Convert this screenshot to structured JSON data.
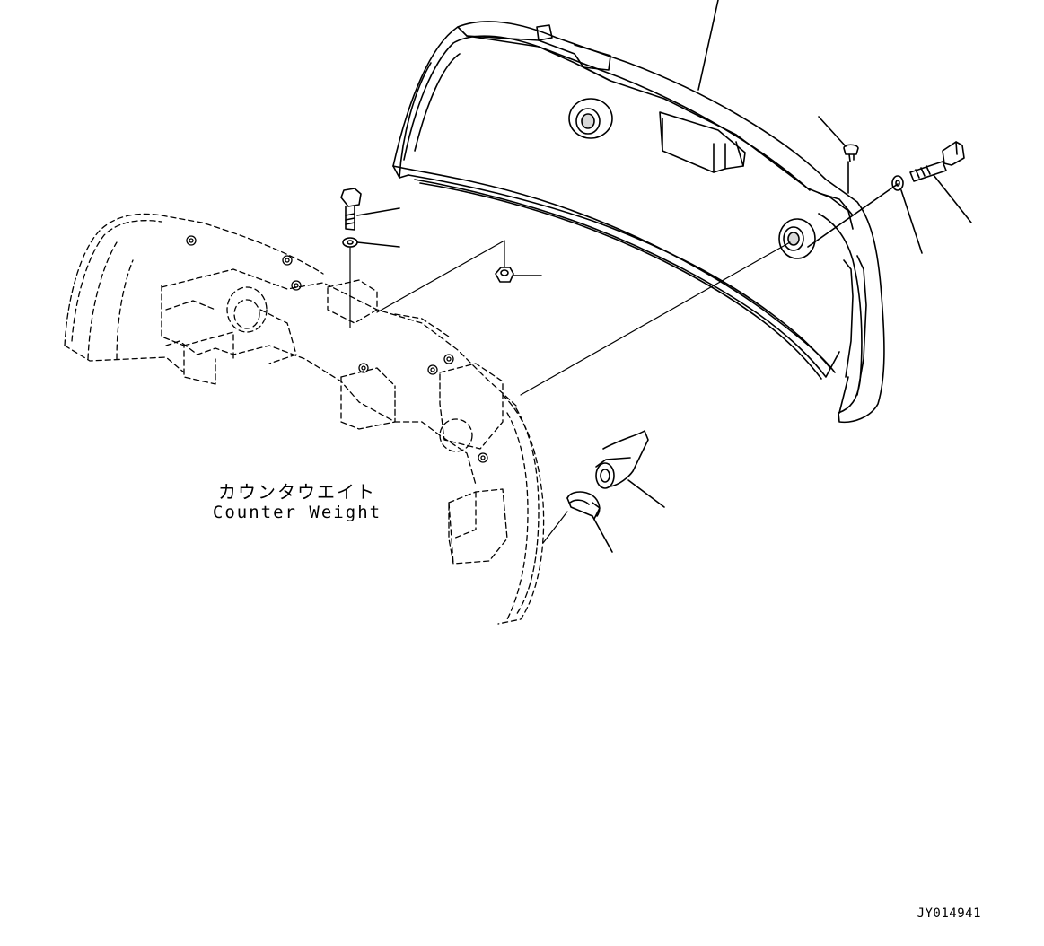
{
  "labels": {
    "part_name_japanese": "カウンタウエイト",
    "part_name_english": "Counter Weight"
  },
  "drawing_number": "JY014941",
  "colors": {
    "line": "#000000",
    "shade": "#d8d8d8",
    "background": "#ffffff"
  },
  "parts": [
    "cover-panel",
    "counterweight",
    "bolt",
    "washer",
    "nut",
    "screw",
    "rivet",
    "clamp"
  ]
}
